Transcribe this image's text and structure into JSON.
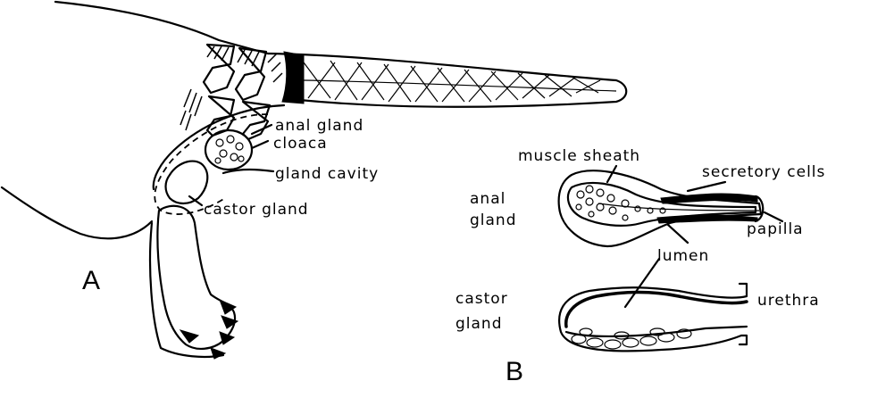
{
  "panel_a": {
    "letter": "A",
    "labels": {
      "anal_gland": "anal gland",
      "cloaca": "cloaca",
      "gland_cavity": "gland cavity",
      "castor_gland": "castor gland"
    }
  },
  "panel_b": {
    "letter": "B",
    "labels": {
      "muscle_sheath": "muscle sheath",
      "secretory_cells": "secretory cells",
      "anal_gland_line1": "anal",
      "anal_gland_line2": "gland",
      "papilla": "papilla",
      "lumen": "lumen",
      "castor_gland_line1": "castor",
      "castor_gland_line2": "gland",
      "urethra": "urethra"
    }
  }
}
